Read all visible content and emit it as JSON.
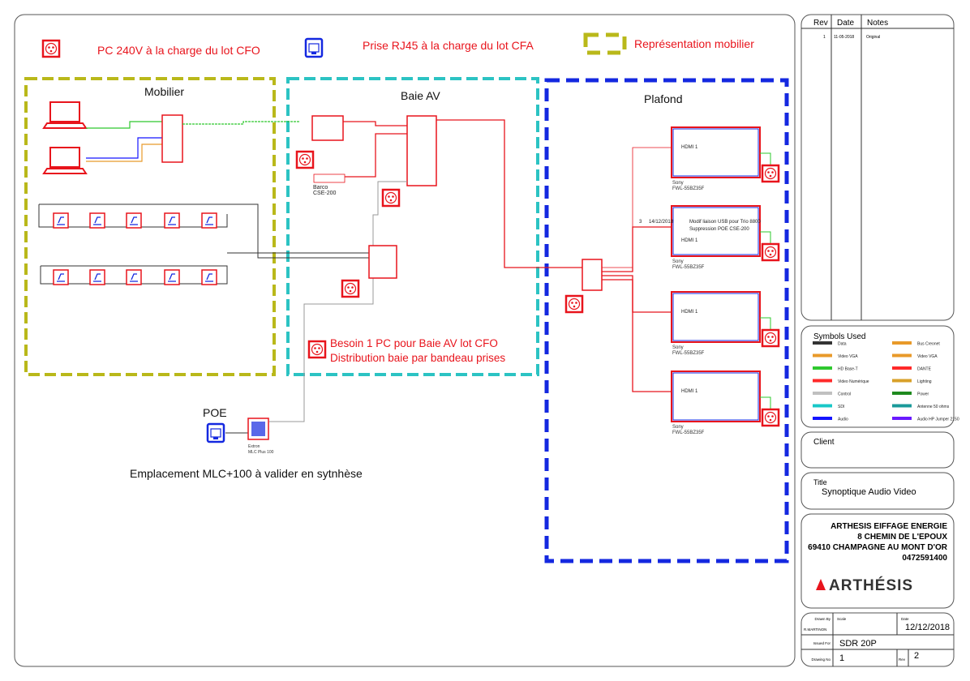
{
  "legend": {
    "pc_label": "PC 240V à la charge du lot CFO",
    "rj45_label": "Prise RJ45 à la charge du lot CFA",
    "furniture_label": "Représentation mobilier",
    "colors": {
      "outlet": "#e8141c",
      "rj45": "#1428e0",
      "furniture": "#b9b81a"
    }
  },
  "zones": {
    "mobilier": {
      "title": "Mobilier",
      "color": "#b9b81a"
    },
    "baie_av": {
      "title": "Baie AV",
      "color": "#2cc3c3"
    },
    "plafond": {
      "title": "Plafond",
      "color": "#1428e0"
    }
  },
  "devices": {
    "barco": {
      "name": "Barco",
      "model": "CSE-200"
    },
    "extron": {
      "name": "Extron",
      "model": "MLC Plus 100"
    },
    "poe_label": "POE",
    "screens": [
      {
        "input": "HDMI 1",
        "brand": "Sony",
        "model": "FWL-55BZ35F"
      },
      {
        "input": "HDMI 1",
        "brand": "Sony",
        "model": "FWL-55BZ35F"
      },
      {
        "input": "HDMI 1",
        "brand": "Sony",
        "model": "FWL-55BZ35F"
      },
      {
        "input": "HDMI 1",
        "brand": "Sony",
        "model": "FWL-55BZ35F"
      }
    ],
    "revision_note": {
      "rev": "3",
      "date": "14/12/2018",
      "line1": "Modif liaison USB pour Trio 8800",
      "line2": "Suppression POE CSE-200"
    }
  },
  "notes": {
    "baie_note_line1": "Besoin 1 PC pour Baie AV lot CFO",
    "baie_note_line2": "Distribution baie par bandeau prises",
    "mlc_note": "Emplacement MLC+100 à valider en sytnhèse"
  },
  "title_block": {
    "rev_table": {
      "headers": [
        "Rev",
        "Date",
        "Notes"
      ],
      "rows": [
        {
          "rev": "1",
          "date": "11-05-2018",
          "notes": "Original"
        }
      ]
    },
    "symbols": {
      "title": "Symbols Used",
      "items": [
        {
          "label": "Data",
          "color": "#333333"
        },
        {
          "label": "Bus Creonet",
          "color": "#e89a2a"
        },
        {
          "label": "Video VGA",
          "color": "#e89a2a"
        },
        {
          "label": "Video VGA",
          "color": "#e89a2a"
        },
        {
          "label": "HD Base-T",
          "color": "#2ec82e"
        },
        {
          "label": "DANTE",
          "color": "#ff2a2a"
        },
        {
          "label": "Video Numérique",
          "color": "#ff2a2a"
        },
        {
          "label": "Lighting",
          "color": "#d8a02a"
        },
        {
          "label": "Control",
          "color": "#c0c0c0"
        },
        {
          "label": "Power",
          "color": "#1e8a1e"
        },
        {
          "label": "SDI",
          "color": "#18c8c8"
        },
        {
          "label": "Antenne 50 ohms",
          "color": "#1a9a9a"
        },
        {
          "label": "Audio",
          "color": "#1414ff"
        },
        {
          "label": "Audio HP Jumper 2150",
          "color": "#6a1aff"
        }
      ]
    },
    "client_label": "Client",
    "title_label": "Title",
    "title_value": "Synoptique Audio Video",
    "company": {
      "name": "ARTHESIS EIFFAGE ENERGIE",
      "address1": "8 CHEMIN DE L'EPOUX",
      "address2": "69410 CHAMPAGNE AU MONT D'OR",
      "phone": "0472591400",
      "logo_text": "ARTHÉSIS"
    },
    "drawn_by_label": "Drawn By",
    "drawn_by": "R.MARTINON",
    "scale_label": "Scale",
    "date_label": "Date",
    "date": "12/12/2018",
    "issued_for_label": "Issued For",
    "issued_for": "SDR 20P",
    "drawing_no_label": "Drawing No",
    "drawing_no": "1",
    "rev_label": "Rev",
    "rev": "2"
  }
}
